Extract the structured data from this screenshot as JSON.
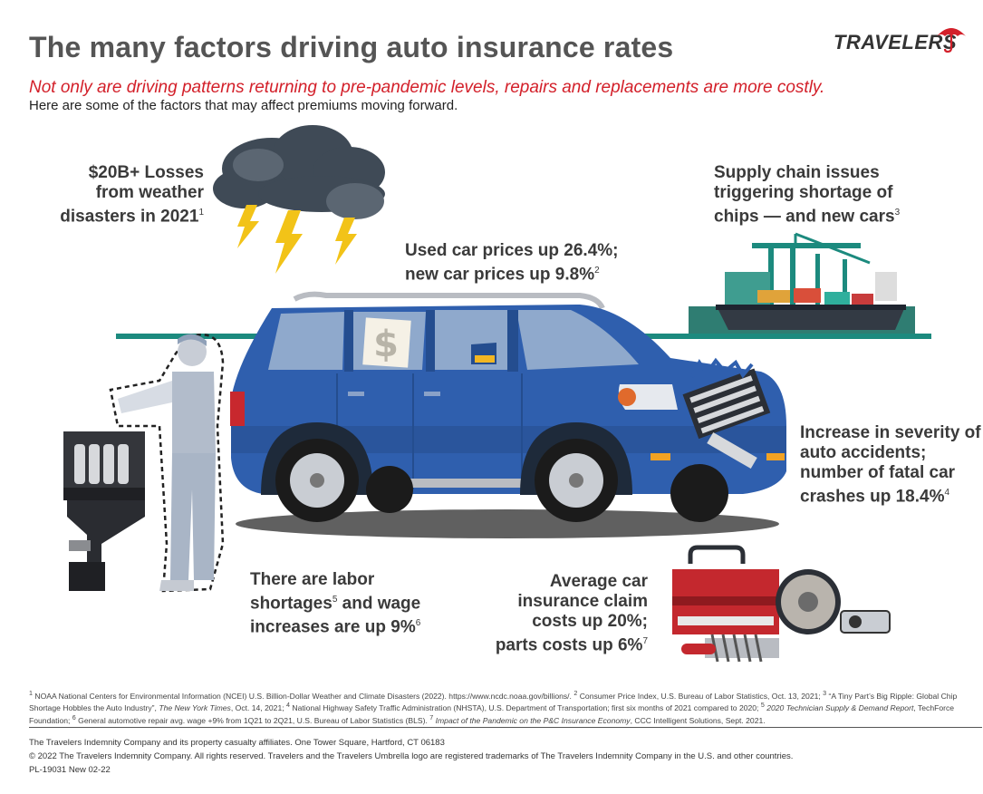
{
  "header": {
    "title": "The many factors driving auto insurance rates",
    "logo_text": "TRAVELERS",
    "subtitle": "Not only are driving patterns returning to pre-pandemic levels, repairs and replacements are more costly.",
    "intro": "Here are some of the factors that may affect premiums moving forward."
  },
  "factors": {
    "weather": {
      "text": "$20B+ Losses from weather disasters in 2021",
      "ref": "1"
    },
    "chips": {
      "text": "Supply chain issues triggering shortage of chips — and new cars",
      "ref": "3"
    },
    "prices": {
      "text": "Used car prices up 26.4%; new car prices up 9.8%",
      "ref": "2"
    },
    "severity": {
      "text": "Increase in severity of auto accidents; number of fatal car crashes up 18.4%",
      "ref": "4"
    },
    "labor": {
      "line1": "There are labor",
      "line2a": "shortages",
      "ref_a": "5",
      "line2b": " and wage",
      "line3": "increases are up 9%",
      "ref_b": "6"
    },
    "claims": {
      "text": "Average car insurance claim costs up 20%; parts costs up 6%",
      "ref": "7"
    }
  },
  "illustration": {
    "price_sign": "$"
  },
  "footnotes": {
    "r1": "1",
    "t1": " NOAA National Centers for Environmental Information (NCEI) U.S. Billion-Dollar Weather and Climate Disasters (2022). https://www.ncdc.noaa.gov/billions/. ",
    "r2": "2",
    "t2": " Consumer Price Index, U.S. Bureau of Labor Statistics, Oct. 13, 2021; ",
    "r3": "3",
    "t3": " “A Tiny Part’s Big Ripple: Global Chip Shortage Hobbles the Auto Industry”, ",
    "t3_pub": "The New York Times",
    "t3_date": ", Oct. 14, 2021; ",
    "r4": "4",
    "t4": " National Highway Safety Traffic Administration (NHSTA), U.S. Department of Transportation; first six months of 2021 compared to 2020; ",
    "r5": "5",
    "t5_pub": " 2020 Technician Supply & Demand Report",
    "t5": ", TechForce Foundation; ",
    "r6": "6",
    "t6": " General automotive repair avg. wage +9% from 1Q21 to 2Q21, U.S. Bureau of Labor Statistics (BLS). ",
    "r7": "7",
    "t7_pub": " Impact of the Pandemic on the P&C Insurance Economy",
    "t7": ", CCC Intelligent Solutions, Sept. 2021."
  },
  "legal": {
    "line1": "The Travelers Indemnity Company and its property casualty affiliates. One Tower Square, Hartford, CT 06183",
    "line2": "© 2022 The Travelers Indemnity Company. All rights reserved. Travelers and the Travelers Umbrella logo are registered trademarks of The Travelers Indemnity Company in the U.S. and other countries.",
    "line3": "PL-19031 New 02-22"
  },
  "colors": {
    "title": "#555555",
    "subtitle": "#d3202a",
    "car_blue": "#2f5fae",
    "horizon_teal": "#1c8a7e",
    "umbrella_red": "#d3202a"
  }
}
